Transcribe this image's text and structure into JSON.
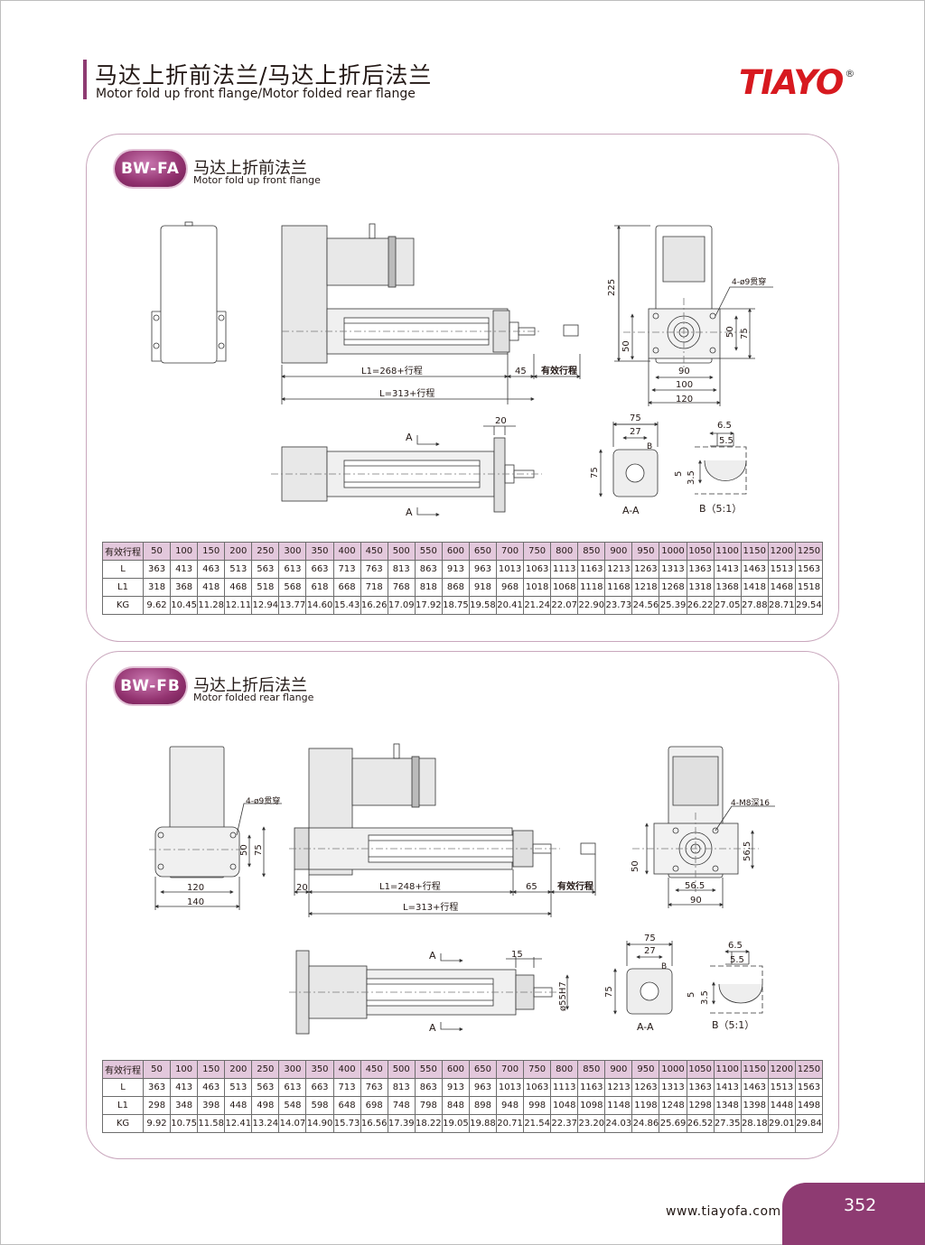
{
  "header": {
    "title_cn": "马达上折前法兰/马达上折后法兰",
    "title_en": "Motor fold up front flange/Motor folded rear flange",
    "logo_text": "TIAYO",
    "logo_mark": "®",
    "logo_color": "#d7191f",
    "accent_color": "#8e3b72"
  },
  "section_fa": {
    "badge": "BW-FA",
    "title_cn": "马达上折前法兰",
    "title_en": "Motor fold up front flange",
    "dims": {
      "l1": "L1=268+行程",
      "l": "L=313+行程",
      "d45": "45",
      "stroke": "有效行程",
      "d225": "225",
      "d50a": "50",
      "d50b": "50",
      "d75": "75",
      "d90": "90",
      "d100": "100",
      "d120": "120",
      "holes": "4-ø9贯穿",
      "d20": "20",
      "secA1": "A",
      "secA2": "A",
      "s75": "75",
      "s27": "27",
      "sB": "B",
      "s75v": "75",
      "sAA": "A-A",
      "b65": "6.5",
      "b55": "5.5",
      "b5": "5",
      "b35": "3.5",
      "bB": "B（5:1）"
    },
    "table": {
      "header_label": "有效行程",
      "strokes": [
        "50",
        "100",
        "150",
        "200",
        "250",
        "300",
        "350",
        "400",
        "450",
        "500",
        "550",
        "600",
        "650",
        "700",
        "750",
        "800",
        "850",
        "900",
        "950",
        "1000",
        "1050",
        "1100",
        "1150",
        "1200",
        "1250"
      ],
      "rows": [
        {
          "label": "L",
          "values": [
            "363",
            "413",
            "463",
            "513",
            "563",
            "613",
            "663",
            "713",
            "763",
            "813",
            "863",
            "913",
            "963",
            "1013",
            "1063",
            "1113",
            "1163",
            "1213",
            "1263",
            "1313",
            "1363",
            "1413",
            "1463",
            "1513",
            "1563"
          ]
        },
        {
          "label": "L1",
          "values": [
            "318",
            "368",
            "418",
            "468",
            "518",
            "568",
            "618",
            "668",
            "718",
            "768",
            "818",
            "868",
            "918",
            "968",
            "1018",
            "1068",
            "1118",
            "1168",
            "1218",
            "1268",
            "1318",
            "1368",
            "1418",
            "1468",
            "1518"
          ]
        },
        {
          "label": "KG",
          "values": [
            "9.62",
            "10.45",
            "11.28",
            "12.11",
            "12.94",
            "13.77",
            "14.60",
            "15.43",
            "16.26",
            "17.09",
            "17.92",
            "18.75",
            "19.58",
            "20.41",
            "21.24",
            "22.07",
            "22.90",
            "23.73",
            "24.56",
            "25.39",
            "26.22",
            "27.05",
            "27.88",
            "28.71",
            "29.54"
          ]
        }
      ]
    }
  },
  "section_fb": {
    "badge": "BW-FB",
    "title_cn": "马达上折后法兰",
    "title_en": "Motor folded rear flange",
    "dims": {
      "holes": "4-ø9贯穿",
      "d50": "50",
      "d75": "75",
      "d120": "120",
      "d140": "140",
      "d20": "20",
      "l1": "L1=248+行程",
      "d65": "65",
      "stroke": "有效行程",
      "l": "L=313+行程",
      "m8": "4-M8深16",
      "d565v": "56.5",
      "d50v": "50",
      "d565h": "56.5",
      "d90": "90",
      "secA1": "A",
      "secA2": "A",
      "d15": "15",
      "dia": "ø55H7",
      "s75": "75",
      "s27": "27",
      "sB": "B",
      "s75v": "75",
      "sAA": "A-A",
      "b65": "6.5",
      "b55": "5.5",
      "b5": "5",
      "b35": "3.5",
      "bB": "B（5:1）"
    },
    "table": {
      "header_label": "有效行程",
      "strokes": [
        "50",
        "100",
        "150",
        "200",
        "250",
        "300",
        "350",
        "400",
        "450",
        "500",
        "550",
        "600",
        "650",
        "700",
        "750",
        "800",
        "850",
        "900",
        "950",
        "1000",
        "1050",
        "1100",
        "1150",
        "1200",
        "1250"
      ],
      "rows": [
        {
          "label": "L",
          "values": [
            "363",
            "413",
            "463",
            "513",
            "563",
            "613",
            "663",
            "713",
            "763",
            "813",
            "863",
            "913",
            "963",
            "1013",
            "1063",
            "1113",
            "1163",
            "1213",
            "1263",
            "1313",
            "1363",
            "1413",
            "1463",
            "1513",
            "1563"
          ]
        },
        {
          "label": "L1",
          "values": [
            "298",
            "348",
            "398",
            "448",
            "498",
            "548",
            "598",
            "648",
            "698",
            "748",
            "798",
            "848",
            "898",
            "948",
            "998",
            "1048",
            "1098",
            "1148",
            "1198",
            "1248",
            "1298",
            "1348",
            "1398",
            "1448",
            "1498"
          ]
        },
        {
          "label": "KG",
          "values": [
            "9.92",
            "10.75",
            "11.58",
            "12.41",
            "13.24",
            "14.07",
            "14.90",
            "15.73",
            "16.56",
            "17.39",
            "18.22",
            "19.05",
            "19.88",
            "20.71",
            "21.54",
            "22.37",
            "23.20",
            "24.03",
            "24.86",
            "25.69",
            "26.52",
            "27.35",
            "28.18",
            "29.01",
            "29.84"
          ]
        }
      ]
    }
  },
  "footer": {
    "url": "www.tiayofa.com",
    "page_number": "352"
  }
}
